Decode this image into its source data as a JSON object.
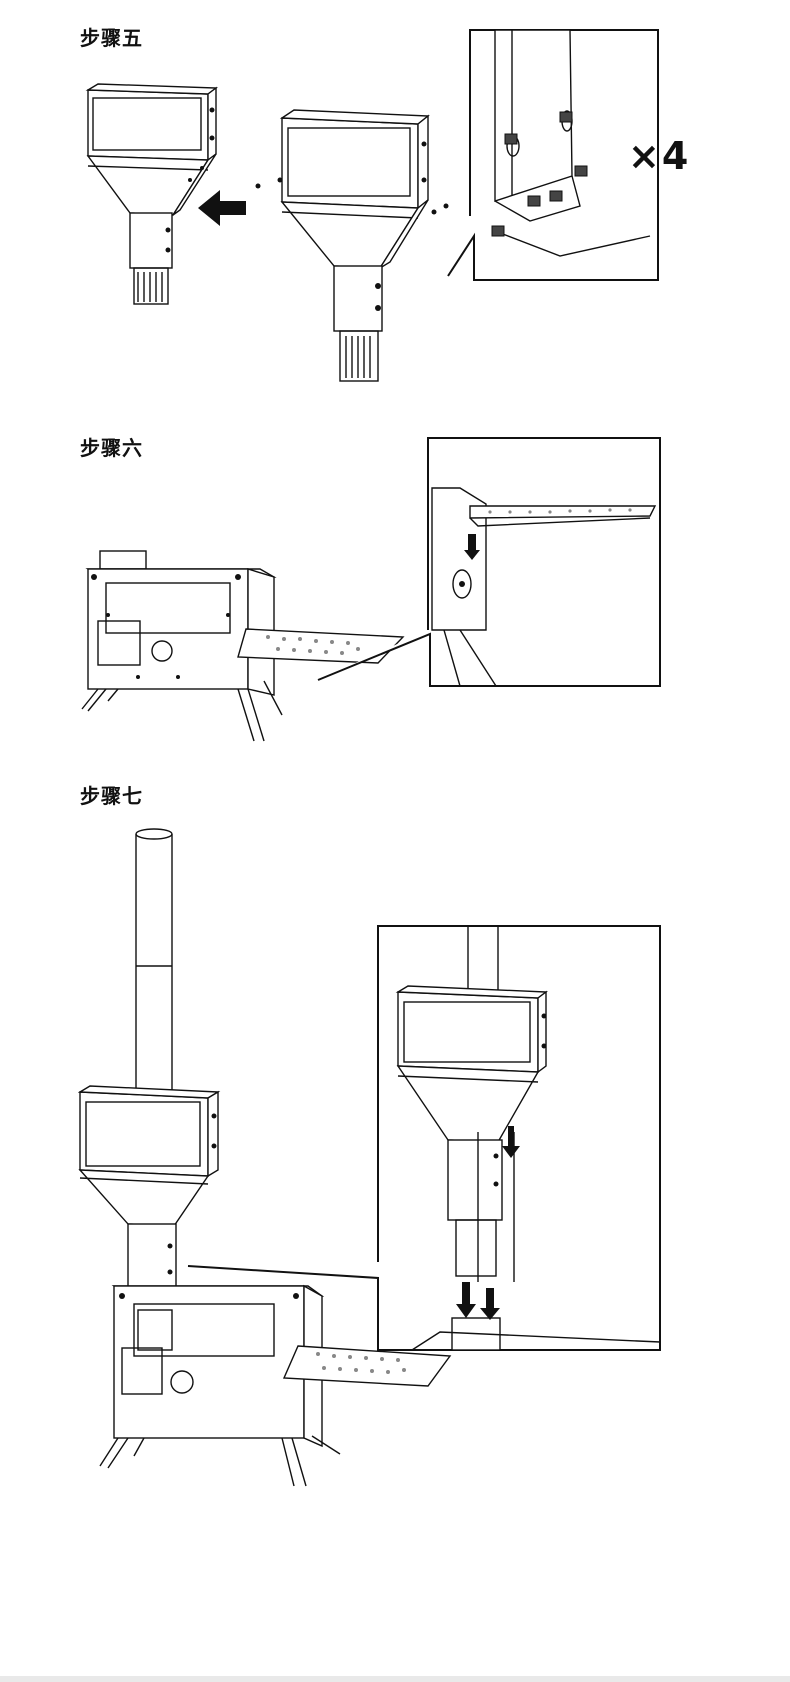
{
  "steps": [
    {
      "title": "步骤五",
      "multiplier": "×4"
    },
    {
      "title": "步骤六"
    },
    {
      "title": "步骤七"
    }
  ]
}
